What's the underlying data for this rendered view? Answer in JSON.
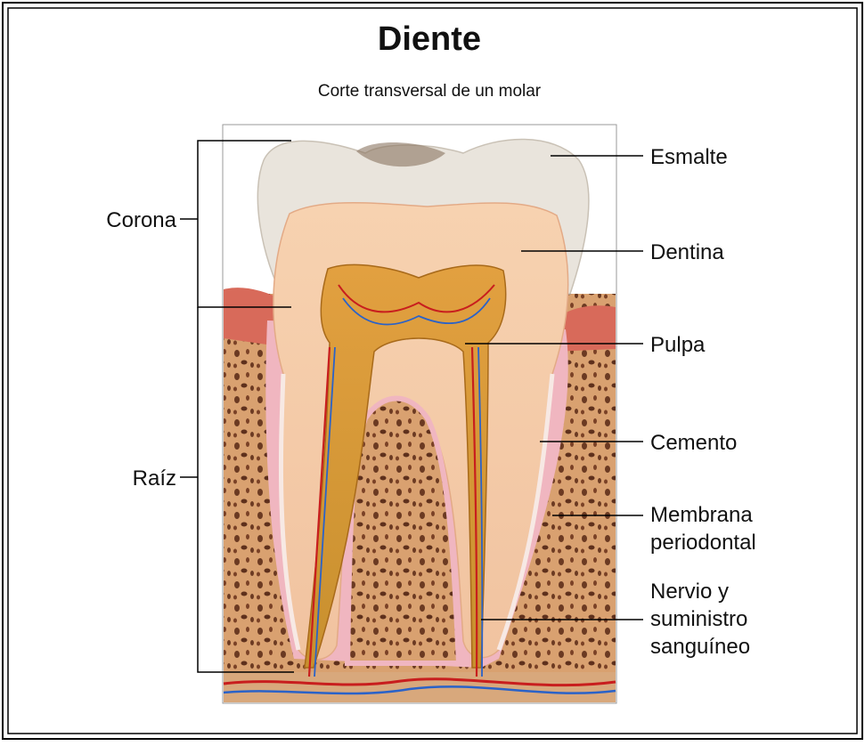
{
  "title": "Diente",
  "subtitle": "Corte transversal de un molar",
  "labels": {
    "corona": "Corona",
    "raiz": "Raíz",
    "esmalte": "Esmalte",
    "dentina": "Dentina",
    "pulpa": "Pulpa",
    "cemento": "Cemento",
    "membrana_line1": "Membrana",
    "membrana_line2": "periodontal",
    "nervio_line1": "Nervio y",
    "nervio_line2": "suministro",
    "nervio_line3": "sanguíneo"
  },
  "colors": {
    "enamel": "#e9e4dc",
    "dentin": "#f4c8a4",
    "pulp": "#e8a848",
    "bone": "#d9a170",
    "gum": "#d86a5a",
    "membrane": "#f0b6c0",
    "vessel_red": "#c81e1e",
    "vessel_blue": "#2a62c8"
  }
}
